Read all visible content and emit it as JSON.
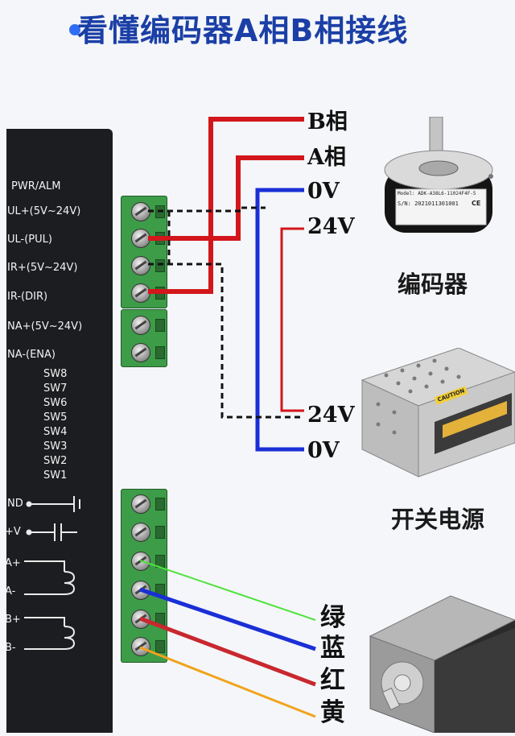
{
  "title": "看懂编码器A相B相接线",
  "driver": {
    "labels": [
      "PWR/ALM",
      "UL+(5V~24V)",
      "UL-(PUL)",
      "IR+(5V~24V)",
      "IR-(DIR)",
      "NA+(5V~24V)",
      "NA-(ENA)",
      "SW8",
      "SW7",
      "SW6",
      "SW5",
      "SW4",
      "SW3",
      "SW2",
      "SW1",
      "ND",
      "+V",
      "A+",
      "A-",
      "B+",
      "B-"
    ]
  },
  "encoder_wires": {
    "b_phase": "B相",
    "a_phase": "A相",
    "zero_v": "0V",
    "v24": "24V"
  },
  "psu_wires": {
    "v24": "24V",
    "zero_v": "0V"
  },
  "encoder": {
    "caption": "编码器",
    "model": "Model: ADK-A38L6-11024F4F-5",
    "sn": "S/N: 2021011301001",
    "ce": "CE"
  },
  "psu": {
    "caption": "开关电源",
    "caution": "CAUTION"
  },
  "motor_wires": {
    "green": "绿",
    "blue": "蓝",
    "red": "红",
    "yellow": "黄"
  },
  "colors": {
    "red": "#d3161b",
    "blue": "#1a2fd6",
    "green": "#4fe23c",
    "yellow": "#f2a21a",
    "terminal": "#3d9c48"
  }
}
